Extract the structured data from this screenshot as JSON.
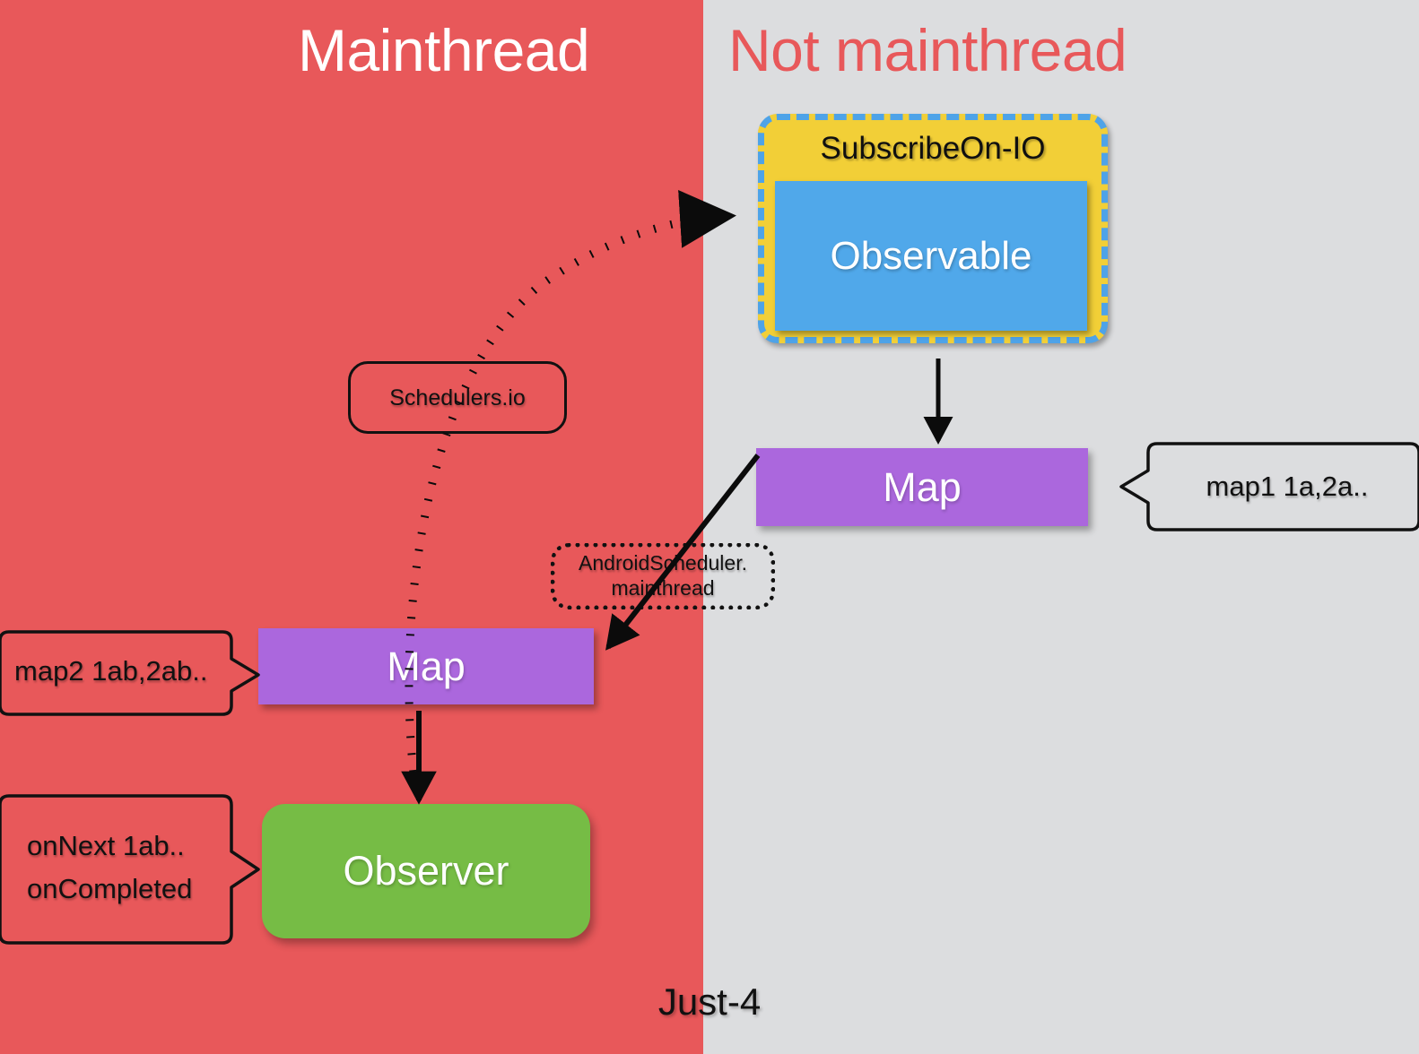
{
  "diagram": {
    "footer_caption": "Just-4",
    "panes": [
      {
        "id": "mainthread",
        "title": "Mainthread",
        "bg_color": "#E8585A",
        "title_color": "#FFFFFF"
      },
      {
        "id": "not-mainthread",
        "title": "Not mainthread",
        "bg_color": "#DCDDDF",
        "title_color": "#E8585A"
      }
    ],
    "nodes": {
      "subscribe_on": {
        "label": "SubscribeOn-IO",
        "fill": "#F2CF37",
        "border": "#4EA3E8"
      },
      "observable": {
        "label": "Observable",
        "fill": "#50A8EA",
        "text_color": "#FFFFFF"
      },
      "map_right": {
        "label": "Map",
        "fill": "#AB67DD",
        "text_color": "#FFFFFF"
      },
      "map_left": {
        "label": "Map",
        "fill": "#AB67DD",
        "text_color": "#FFFFFF"
      },
      "observer": {
        "label": "Observer",
        "fill": "#76BC45",
        "text_color": "#FFFFFF"
      }
    },
    "scheduler_pills": {
      "schedulers_io": {
        "label": "Schedulers.io",
        "border_style": "solid"
      },
      "android_scheduler": {
        "line1": "AndroidScheduler.",
        "line2": "mainthread",
        "border_style": "dotted"
      }
    },
    "callouts": {
      "map1": {
        "label": "map1  1a,2a..",
        "tail": "left"
      },
      "map2": {
        "label": "map2  1ab,2ab..",
        "tail": "right"
      },
      "observer_events": {
        "line1": "onNext  1ab..",
        "line2": "onCompleted",
        "tail": "right"
      }
    },
    "arrows": [
      {
        "id": "subscribe-curve",
        "style": "dotted",
        "from": "observer",
        "to": "observable"
      },
      {
        "id": "observable-to-map-right",
        "style": "solid",
        "from": "observable",
        "to": "map_right"
      },
      {
        "id": "map-right-to-map-left",
        "style": "solid",
        "from": "map_right",
        "to": "map_left"
      },
      {
        "id": "map-left-to-observer",
        "style": "solid",
        "from": "map_left",
        "to": "observer"
      }
    ]
  }
}
